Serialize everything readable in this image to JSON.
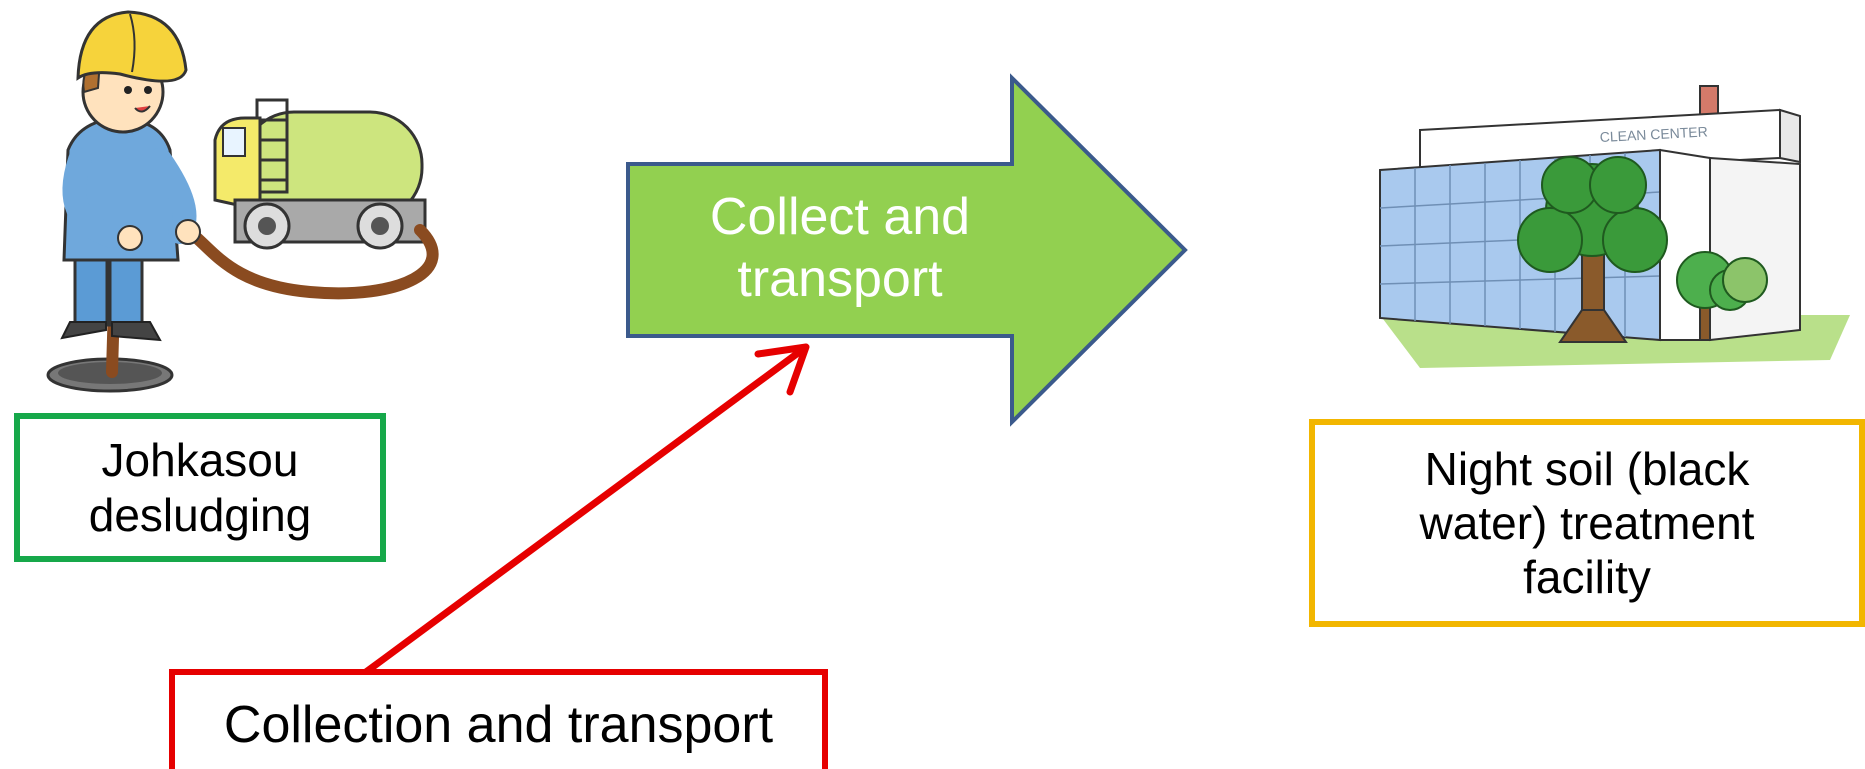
{
  "colors": {
    "arrow_fill": "#92d050",
    "arrow_border": "#3b5a8c",
    "johkasou_border": "#16a84a",
    "nightsoil_border": "#f2b600",
    "collection_border": "#e60000",
    "pointer_arrow": "#e60000"
  },
  "icons": {
    "worker": "worker-truck-illustration-icon",
    "facility": "treatment-facility-building-icon"
  },
  "labels": {
    "johkasou": "Johkasou\ndesludging",
    "big_arrow": "Collect and\ntransport",
    "nightsoil": "Night soil (black\nwater) treatment\nfacility",
    "collection": "Collection and transport"
  },
  "illustration_text": {
    "building_sign": "CLEAN CENTER"
  }
}
